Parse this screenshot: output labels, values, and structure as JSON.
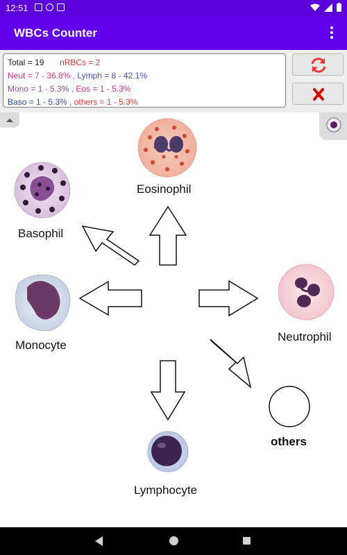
{
  "status_bar": {
    "time": "12:51"
  },
  "app_bar": {
    "title": "WBCs Counter"
  },
  "stats": {
    "total_label": "Total = 19",
    "nrbc_label": "nRBCs = 2",
    "neut": "Neut = 7 - 36.8% ,",
    "lymph": "Lymph = 8 - 42.1%",
    "mono": "Mono = 1 - 5.3% ,",
    "eos": "Eos = 1 - 5.3%",
    "baso": "Baso = 1 - 5.3% ,",
    "others": "others = 1 - 5.3%"
  },
  "buttons": {
    "reset_icon": "refresh-icon",
    "clear_icon": "close-icon"
  },
  "cells": {
    "eosinophil": "Eosinophil",
    "basophil": "Basophil",
    "monocyte": "Monocyte",
    "neutrophil": "Neutrophil",
    "others": "others",
    "lymphocyte": "Lymphocyte"
  },
  "colors": {
    "status_bar": "#5b00d9",
    "app_bar": "#6200ee",
    "reset": "#e53935",
    "clear": "#d50000"
  }
}
